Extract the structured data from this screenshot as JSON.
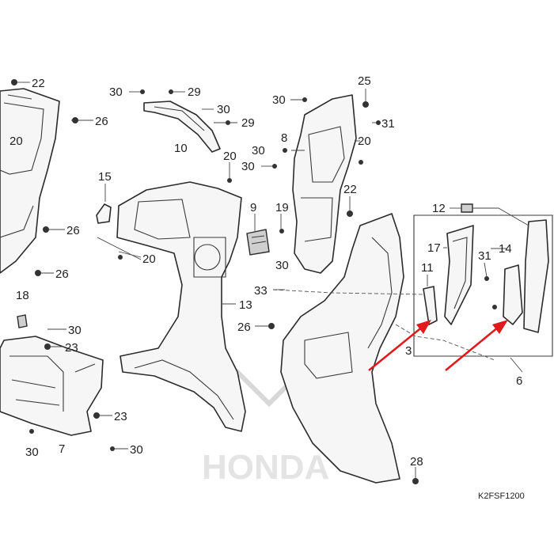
{
  "diagram": {
    "drawing_code": "K2FSF1200",
    "watermark_text": "HONDA",
    "accent_color": "#e0191c",
    "callouts": [
      {
        "id": "c22a",
        "label": "22"
      },
      {
        "id": "c20a",
        "label": "20"
      },
      {
        "id": "c26a",
        "label": "26"
      },
      {
        "id": "c26b",
        "label": "26"
      },
      {
        "id": "c26c",
        "label": "26"
      },
      {
        "id": "c18",
        "label": "18"
      },
      {
        "id": "c30a",
        "label": "30"
      },
      {
        "id": "c23a",
        "label": "23"
      },
      {
        "id": "c23b",
        "label": "23"
      },
      {
        "id": "c30b",
        "label": "30"
      },
      {
        "id": "c7",
        "label": "7"
      },
      {
        "id": "c30c",
        "label": "30"
      },
      {
        "id": "c30d",
        "label": "30"
      },
      {
        "id": "c29a",
        "label": "29"
      },
      {
        "id": "c30e",
        "label": "30"
      },
      {
        "id": "c29b",
        "label": "29"
      },
      {
        "id": "c10",
        "label": "10"
      },
      {
        "id": "c15",
        "label": "15"
      },
      {
        "id": "c20b",
        "label": "20"
      },
      {
        "id": "c20c",
        "label": "20"
      },
      {
        "id": "c9",
        "label": "9"
      },
      {
        "id": "c19",
        "label": "19"
      },
      {
        "id": "c30f",
        "label": "30"
      },
      {
        "id": "c13",
        "label": "13"
      },
      {
        "id": "c33",
        "label": "33"
      },
      {
        "id": "c26d",
        "label": "26"
      },
      {
        "id": "c30g",
        "label": "30"
      },
      {
        "id": "c8",
        "label": "8"
      },
      {
        "id": "c30h",
        "label": "30"
      },
      {
        "id": "c30i",
        "label": "30"
      },
      {
        "id": "c25",
        "label": "25"
      },
      {
        "id": "c31a",
        "label": "31"
      },
      {
        "id": "c20d",
        "label": "20"
      },
      {
        "id": "c22b",
        "label": "22"
      },
      {
        "id": "c12",
        "label": "12"
      },
      {
        "id": "c17",
        "label": "17"
      },
      {
        "id": "c14",
        "label": "14"
      },
      {
        "id": "c31b",
        "label": "31"
      },
      {
        "id": "c11",
        "label": "11"
      },
      {
        "id": "c3",
        "label": "3"
      },
      {
        "id": "c6",
        "label": "6"
      },
      {
        "id": "c28",
        "label": "28"
      }
    ]
  }
}
